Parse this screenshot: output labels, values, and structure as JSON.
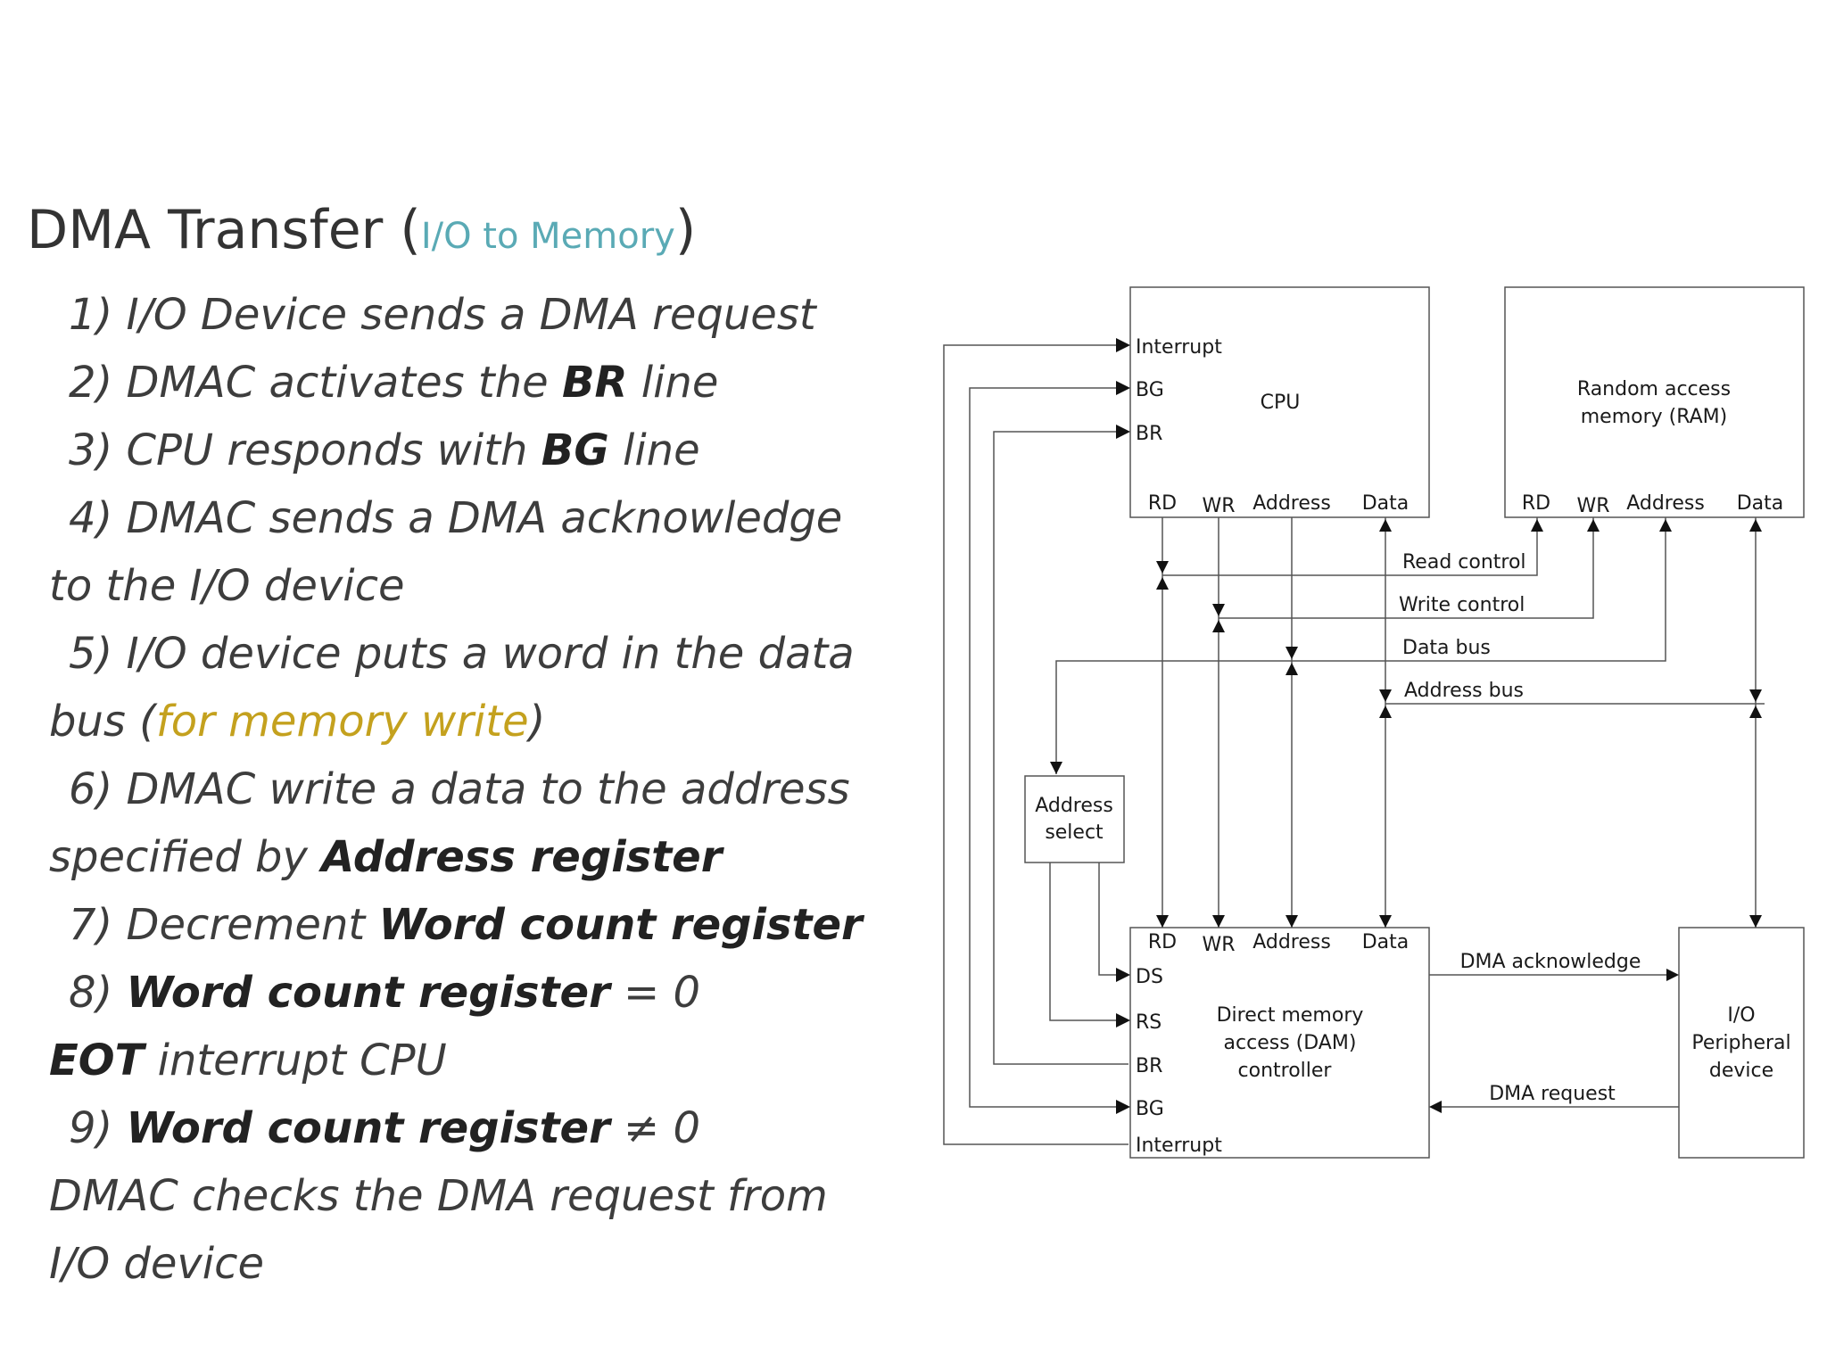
{
  "colors": {
    "title_accent": "#5aaab5",
    "highlight": "#c4a11e",
    "text": "#3d3d3d",
    "bold_text": "#222222"
  },
  "title": {
    "main": "DMA Transfer (",
    "sub": "I/O to Memory",
    "close": ")"
  },
  "steps": {
    "s1": "1) I/O Device sends a DMA request",
    "s2a": "2) DMAC activates the ",
    "s2b": "BR",
    "s2c": " line",
    "s3a": "3) CPU responds with ",
    "s3b": "BG",
    "s3c": " line",
    "s4a": "4) DMAC sends a DMA acknowledge",
    "s4b": "to the I/O device",
    "s5a": "5) I/O device puts a word in the data",
    "s5b": "bus (",
    "s5c": "for memory write",
    "s5d": ")",
    "s6a": "6) DMAC write a data to the address",
    "s6b": "specified by ",
    "s6c": "Address register",
    "s7a": "7) Decrement ",
    "s7b": "Word count register",
    "s8a": "8) ",
    "s8b": "Word count register",
    "s8c": " = 0",
    "s8d": "EOT",
    "s8e": " interrupt CPU",
    "s9a": "9) ",
    "s9b": "Word count register",
    "s9c": " ≠ 0",
    "s9d": "DMAC checks the DMA request from",
    "s9e": "I/O device"
  },
  "diagram": {
    "cpu": {
      "title": "CPU",
      "interrupt": "Interrupt",
      "bg": "BG",
      "br": "BR",
      "rd": "RD",
      "wr": "WR",
      "address": "Address",
      "data": "Data"
    },
    "ram": {
      "title1": "Random access",
      "title2": "memory (RAM)",
      "rd": "RD",
      "wr": "WR",
      "address": "Address",
      "data": "Data"
    },
    "buses": {
      "read_control": "Read control",
      "write_control": "Write control",
      "data_bus": "Data bus",
      "address_bus": "Address bus"
    },
    "address_select": {
      "line1": "Address",
      "line2": "select"
    },
    "dmac": {
      "rd": "RD",
      "wr": "WR",
      "address": "Address",
      "data": "Data",
      "ds": "DS",
      "rs": "RS",
      "br": "BR",
      "bg": "BG",
      "interrupt": "Interrupt",
      "title1": "Direct memory",
      "title2": "access (DAM)",
      "title3": "controller"
    },
    "io": {
      "line1": "I/O",
      "line2": "Peripheral",
      "line3": "device"
    },
    "links": {
      "dma_ack": "DMA acknowledge",
      "dma_request": "DMA request"
    }
  }
}
